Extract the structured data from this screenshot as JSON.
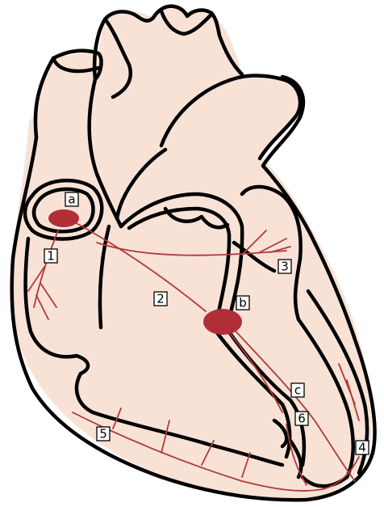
{
  "colors": {
    "tissue": "#f8e2d6",
    "outline": "#000000",
    "conduction": "#b03a3a",
    "node": "#b12e37"
  },
  "labels": {
    "a": "a",
    "b": "b",
    "c": "c",
    "n1": "1",
    "n2": "2",
    "n3": "3",
    "n4": "4",
    "n5": "5",
    "n6": "6"
  }
}
